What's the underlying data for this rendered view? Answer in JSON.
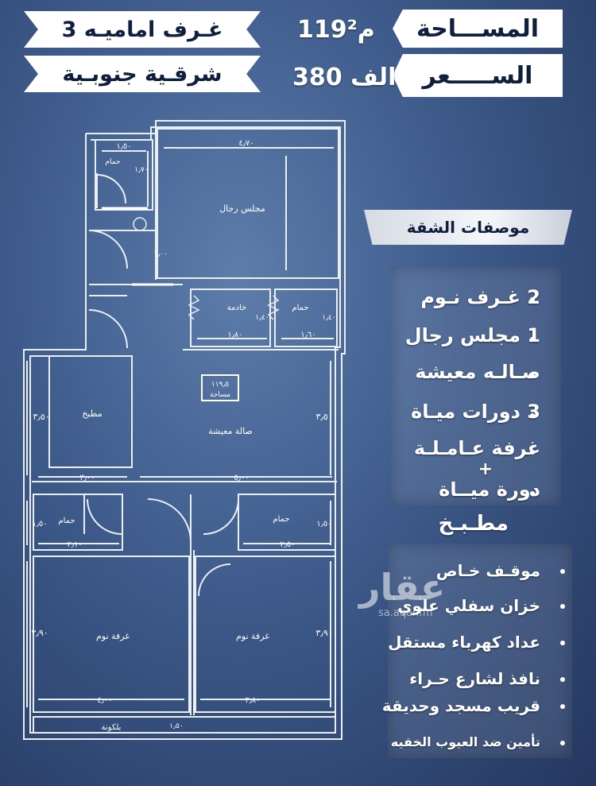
{
  "header": {
    "area_label": "المســـاحة",
    "price_label": "الســـــعر",
    "area_value": "119م²",
    "price_value": "380 الف",
    "rooms_label": "3 غـرف اماميـه",
    "direction_label": "شرقـية جنوبـية"
  },
  "plan": {
    "majlis": "مجلس رجال",
    "maid_room": "خادمة",
    "bath": "حمام",
    "kitchen": "مطبخ",
    "living": "صالة معيشة",
    "bedroom": "غرفة نوم",
    "balcony": "بلكونة",
    "area_tag_value": "١١٩٫٥",
    "area_tag_label": "مساحة",
    "dims": {
      "d1_50": "١٫٥٠",
      "d1_70": "١٫٧٠",
      "d4_70": "٤٫٧٠",
      "d1_00": "١٫٠٠",
      "d1_80": "١٫٨٠",
      "d1_60": "١٫٦٠",
      "d1_40a": "١٫٤٠",
      "d1_40b": "١٫٤٠",
      "d3_50a": "٣٫٥٠",
      "d3_50b": "٣٫٥٠",
      "d3_00": "٣٫٠٠",
      "d5_00": "٥٫٠٠",
      "d1_50b": "١٫٥٠",
      "d1_50c": "١٫٥٠",
      "d2_10": "٢٫١٠",
      "d2_50": "٢٫٥٠",
      "d3_90a": "٣٫٩٠",
      "d3_90b": "٣٫٩٠",
      "d4_00": "٤٫٠٠",
      "d3_80": "٣٫٨٠",
      "d1_50d": "١٫٥٠"
    }
  },
  "features_title": "موصفات الشقة",
  "features": [
    "2 غـرف نـوم",
    "1 مجلس رجال",
    "صـالـه معيشة",
    "3 دورات ميـاة",
    "غرفة عـامـلـة",
    "+",
    "دورة ميــاة",
    "مطـبـخ"
  ],
  "extras": [
    "موقـف خـاص",
    "خزان سفلي علوي",
    "عداد كهرباء مستقل",
    "نافذ لشارع حـراء",
    "قريب مسجد وحديقة",
    "تأمين ضد العيوب الخفيه"
  ],
  "watermark": {
    "logo": "عقار",
    "url": "sa.aqar.fm"
  }
}
